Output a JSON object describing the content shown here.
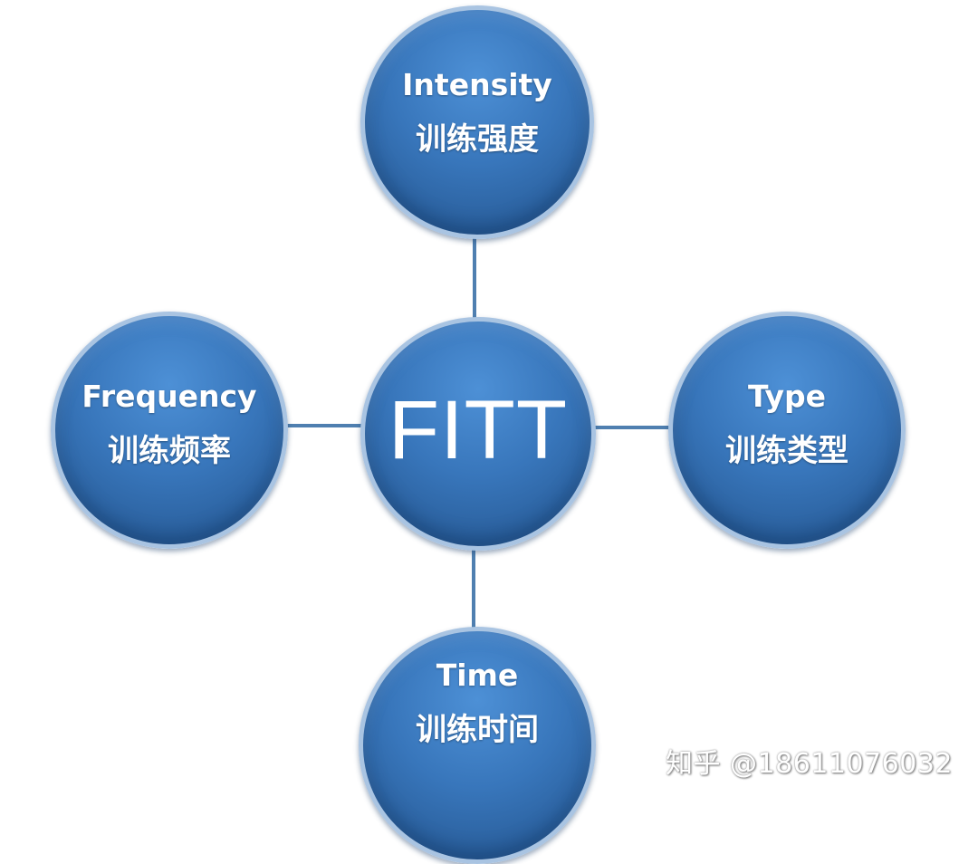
{
  "diagram": {
    "center": {
      "label": "FITT"
    },
    "top": {
      "en": "Intensity",
      "zh": "训练强度"
    },
    "left": {
      "en": "Frequency",
      "zh": "训练频率"
    },
    "right": {
      "en": "Type",
      "zh": "训练类型"
    },
    "bottom": {
      "en": "Time",
      "zh": "训练时间"
    }
  },
  "watermark": {
    "text": "知乎 @18611076032"
  },
  "colors": {
    "node_fill": "#3876bb",
    "node_border": "#a9c4e2",
    "connector": "#4f7fb0",
    "text": "#ffffff"
  }
}
